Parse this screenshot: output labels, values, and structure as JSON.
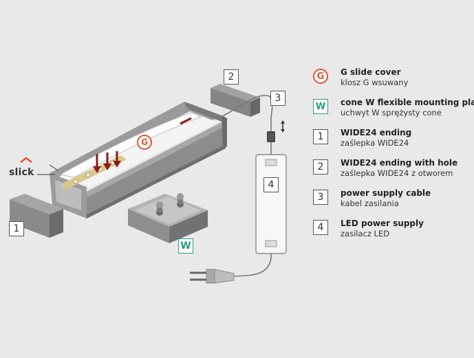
{
  "brand": {
    "name": "slick"
  },
  "diagram_badges": {
    "g": "G",
    "w": "W",
    "n1": "1",
    "n2": "2",
    "n3": "3",
    "n4": "4"
  },
  "legend": [
    {
      "symbol": "G",
      "style": "circle",
      "title": "G slide cover",
      "subtitle": "klosz G wsuwany"
    },
    {
      "symbol": "W",
      "style": "wbox",
      "title": "cone W flexible mounting plate",
      "subtitle": "uchwyt W sprężysty cone"
    },
    {
      "symbol": "1",
      "style": "num",
      "title": "WIDE24 ending",
      "subtitle": "zaślepka WIDE24"
    },
    {
      "symbol": "2",
      "style": "num",
      "title": "WIDE24 ending with hole",
      "subtitle": "zaślepka WIDE24 z otworem"
    },
    {
      "symbol": "3",
      "style": "num",
      "title": "power supply cable",
      "subtitle": "kabel zasilania"
    },
    {
      "symbol": "4",
      "style": "num",
      "title": "LED power supply",
      "subtitle": "zasilacz LED"
    }
  ],
  "colors": {
    "background": "#e9e9e9",
    "accent_orange": "#e1542b",
    "accent_teal": "#2a9a86",
    "arrow_red": "#8b1a1a",
    "profile_gray": "#8a8a8a"
  }
}
